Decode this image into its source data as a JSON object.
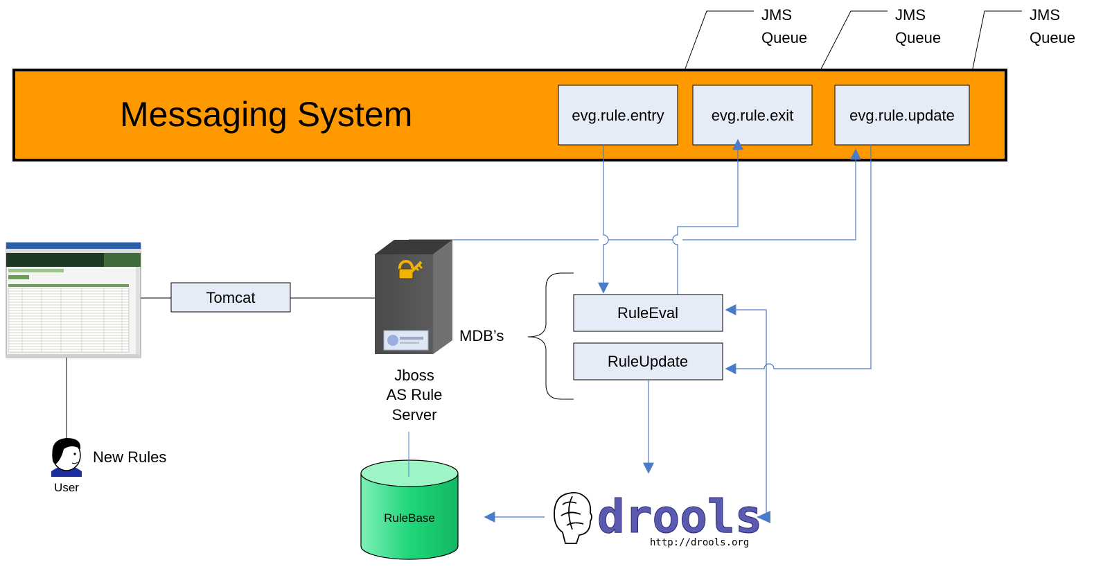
{
  "messaging": {
    "title": "Messaging System"
  },
  "queues": [
    {
      "name": "evg.rule.entry",
      "callout": [
        "JMS",
        "Queue"
      ]
    },
    {
      "name": "evg.rule.exit",
      "callout": [
        "JMS",
        "Queue"
      ]
    },
    {
      "name": "evg.rule.update",
      "callout": [
        "JMS",
        "Queue"
      ]
    }
  ],
  "tomcat": {
    "label": "Tomcat"
  },
  "server": {
    "lines": [
      "Jboss",
      "AS Rule",
      "Server"
    ]
  },
  "mdb": {
    "label": "MDB’s",
    "beans": [
      "RuleEval",
      "RuleUpdate"
    ]
  },
  "user": {
    "caption": "User",
    "action": "New Rules"
  },
  "rulebase": {
    "label": "RuleBase"
  },
  "drools": {
    "wordmark": "drools",
    "url": "http://drools.org"
  },
  "colors": {
    "messaging_bar": "#ff9900",
    "box_fill": "#e6ecf7",
    "arrow": "#4a7cc9",
    "cylinder": "#1fd67a",
    "drools_text": "#5a5ab0"
  }
}
